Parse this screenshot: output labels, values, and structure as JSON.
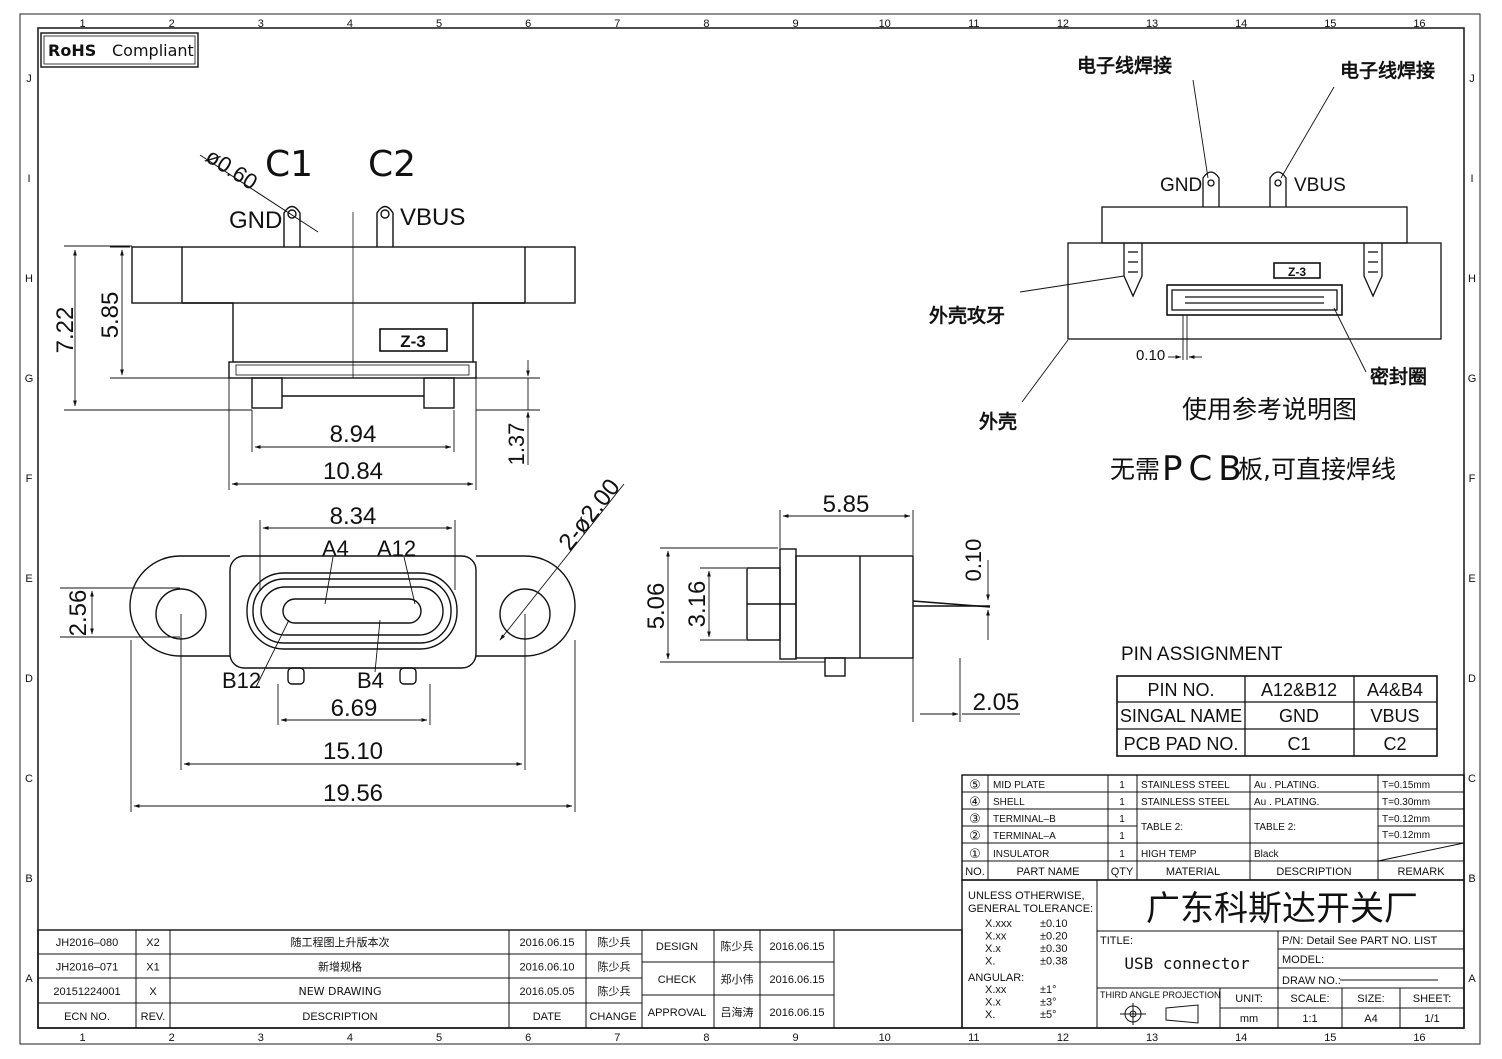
{
  "badge": {
    "rohs": "RoHS",
    "compliant": "Compliant"
  },
  "grid": {
    "columns": [
      "1",
      "2",
      "3",
      "4",
      "5",
      "6",
      "7",
      "8",
      "9",
      "10",
      "11",
      "12",
      "13",
      "14",
      "15",
      "16"
    ],
    "rows": [
      "J",
      "I",
      "H",
      "G",
      "F",
      "E",
      "D",
      "C",
      "B",
      "A"
    ]
  },
  "side_view": {
    "c1": "C1",
    "c2": "C2",
    "gnd": "GND",
    "vbus": "VBUS",
    "hole": "ø0.60",
    "dim_height": "7.22",
    "dim_body": "5.85",
    "dim_inner": "8.94",
    "dim_outer": "10.84",
    "dim_step": "1.37",
    "logo": "Z-3"
  },
  "front_view": {
    "dim_top": "8.34",
    "a4": "A4",
    "a12": "A12",
    "b12": "B12",
    "b4": "B4",
    "dim_holes": "2-ø2.00",
    "dim_height": "2.56",
    "dim_pins": "6.69",
    "dim_centers": "15.10",
    "dim_overall": "19.56"
  },
  "profile_view": {
    "dim_width": "5.85",
    "dim_outer": "5.06",
    "dim_inner": "3.16",
    "dim_thin": "0.10",
    "dim_pin": "2.05"
  },
  "reference": {
    "weld_left": "电子线焊接",
    "weld_right": "电子线焊接",
    "gnd": "GND",
    "vbus": "VBUS",
    "logo": "Z-3",
    "tap": "外壳攻牙",
    "shell": "外壳",
    "seal": "密封圈",
    "gap": "0.10",
    "caption": "使用参考说明图",
    "note_a": "无需",
    "note_pcb": "PCB",
    "note_b": "板,可直接焊线"
  },
  "pin_assignment": {
    "title": "PIN  ASSIGNMENT",
    "rows": [
      [
        "PIN  NO.",
        "A12&B12",
        "A4&B4"
      ],
      [
        "SINGAL  NAME",
        "GND",
        "VBUS"
      ],
      [
        "PCB  PAD  NO.",
        "C1",
        "C2"
      ]
    ]
  },
  "bom": {
    "rows": [
      {
        "no": "⑤",
        "part": "MID  PLATE",
        "qty": "1",
        "material": "STAINLESS  STEEL",
        "desc": "Au . PLATING.",
        "remark": "T=0.15mm"
      },
      {
        "no": "④",
        "part": "SHELL",
        "qty": "1",
        "material": "STAINLESS  STEEL",
        "desc": "Au . PLATING.",
        "remark": "T=0.30mm"
      },
      {
        "no": "③",
        "part": "TERMINAL–B",
        "qty": "1",
        "material": "",
        "desc": "",
        "remark": "T=0.12mm"
      },
      {
        "no": "②",
        "part": "TERMINAL–A",
        "qty": "1",
        "material": "TABLE  2:",
        "desc": "TABLE  2:",
        "remark": "T=0.12mm"
      },
      {
        "no": "①",
        "part": "INSULATOR",
        "qty": "1",
        "material": "HIGH  TEMP",
        "desc": "Black",
        "remark": ""
      }
    ],
    "header": {
      "no": "NO.",
      "part": "PART  NAME",
      "qty": "QTY",
      "material": "MATERIAL",
      "desc": "DESCRIPTION",
      "remark": "REMARK"
    }
  },
  "title_block": {
    "tol_title1": "UNLESS  OTHERWISE,",
    "tol_title2": "GENERAL  TOLERANCE:",
    "tol": [
      [
        "X.xxx",
        "±0.10"
      ],
      [
        "X.xx",
        "±0.20"
      ],
      [
        "X.x",
        "±0.30"
      ],
      [
        "X.",
        "±0.38"
      ]
    ],
    "angular": "ANGULAR:",
    "ang": [
      [
        "X.xx",
        "±1°"
      ],
      [
        "X.x",
        "±3°"
      ],
      [
        "X.",
        "±5°"
      ]
    ],
    "company": "广东科斯达开关厂",
    "title_label": "TITLE:",
    "title": "USB  connector",
    "pn": "P/N: Detail  See  PART  NO.  LIST",
    "model": "MODEL:",
    "drawno": "DRAW  NO.:",
    "projection": "THIRD  ANGLE  PROJECTION",
    "unit_label": "UNIT:",
    "unit": "mm",
    "scale_label": "SCALE:",
    "scale": "1:1",
    "size_label": "SIZE:",
    "size": "A4",
    "sheet_label": "SHEET:",
    "sheet": "1/1"
  },
  "revisions": {
    "rows": [
      {
        "ecn": "JH2016–080",
        "rev": "X2",
        "desc": "随工程图上升版本次",
        "date": "2016.06.15",
        "change": "陈少兵"
      },
      {
        "ecn": "JH2016–071",
        "rev": "X1",
        "desc": "新增规格",
        "date": "2016.06.10",
        "change": "陈少兵"
      },
      {
        "ecn": "20151224001",
        "rev": "X",
        "desc": "NEW  DRAWING",
        "date": "2016.05.05",
        "change": "陈少兵"
      }
    ],
    "header": {
      "ecn": "ECN  NO.",
      "rev": "REV.",
      "desc": "DESCRIPTION",
      "date": "DATE",
      "change": "CHANGE"
    },
    "approvals": [
      {
        "label": "DESIGN",
        "name": "陈少兵",
        "date": "2016.06.15"
      },
      {
        "label": "CHECK",
        "name": "郑小伟",
        "date": "2016.06.15"
      },
      {
        "label": "APPROVAL",
        "name": "吕海涛",
        "date": "2016.06.15"
      }
    ]
  }
}
